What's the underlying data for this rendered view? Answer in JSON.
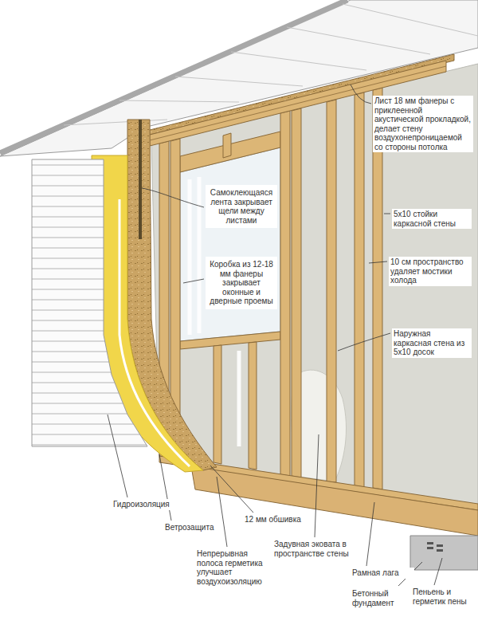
{
  "diagram": {
    "labels": [
      "Лист 18 мм фанеры с приклеенной акустической прокладкой, делает стену воздухонепроницаемой со стороны потолка",
      "5x10 стойки каркасной стены",
      "10 см пространство удаляет мостики холода",
      "Наружная каркасная стена из 5x10 досок",
      "Самоклеющаяся лента закрывает щели между листами",
      "Коробка из 12-18 мм фанеры закрывает оконные и дверные проемы",
      "Гидроизоляция",
      "Ветрозащита",
      "12 мм обшивка",
      "Непрерывная полоса герметика улучшает воздухоизоляцию",
      "Задувная эковата в пространстве стены",
      "Рамная лага",
      "Бетонный фундамент",
      "Пеньень и герметик пены"
    ]
  }
}
